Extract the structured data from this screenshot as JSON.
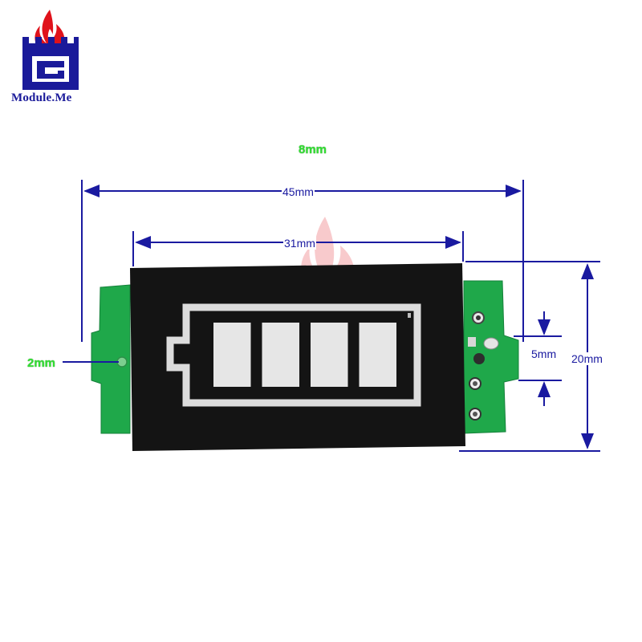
{
  "brand": {
    "name": "Module.Me",
    "logo_icon": "flame-castle-logo",
    "colors": {
      "primary": "#1a1a9a",
      "accent": "#e0121b"
    }
  },
  "dimensions": {
    "top_label": "8mm",
    "overall_width": "45mm",
    "display_width": "31mm",
    "height": "20mm",
    "pin_spacing": "5mm",
    "mount_hole": "2mm"
  },
  "battery_indicator": {
    "segments_total": 4,
    "segments_lit": 4
  },
  "colors": {
    "dimension_line": "#1a1aa0",
    "pcb": "#1fa84a",
    "display": "#111111",
    "segment": "#e6e6e6"
  }
}
